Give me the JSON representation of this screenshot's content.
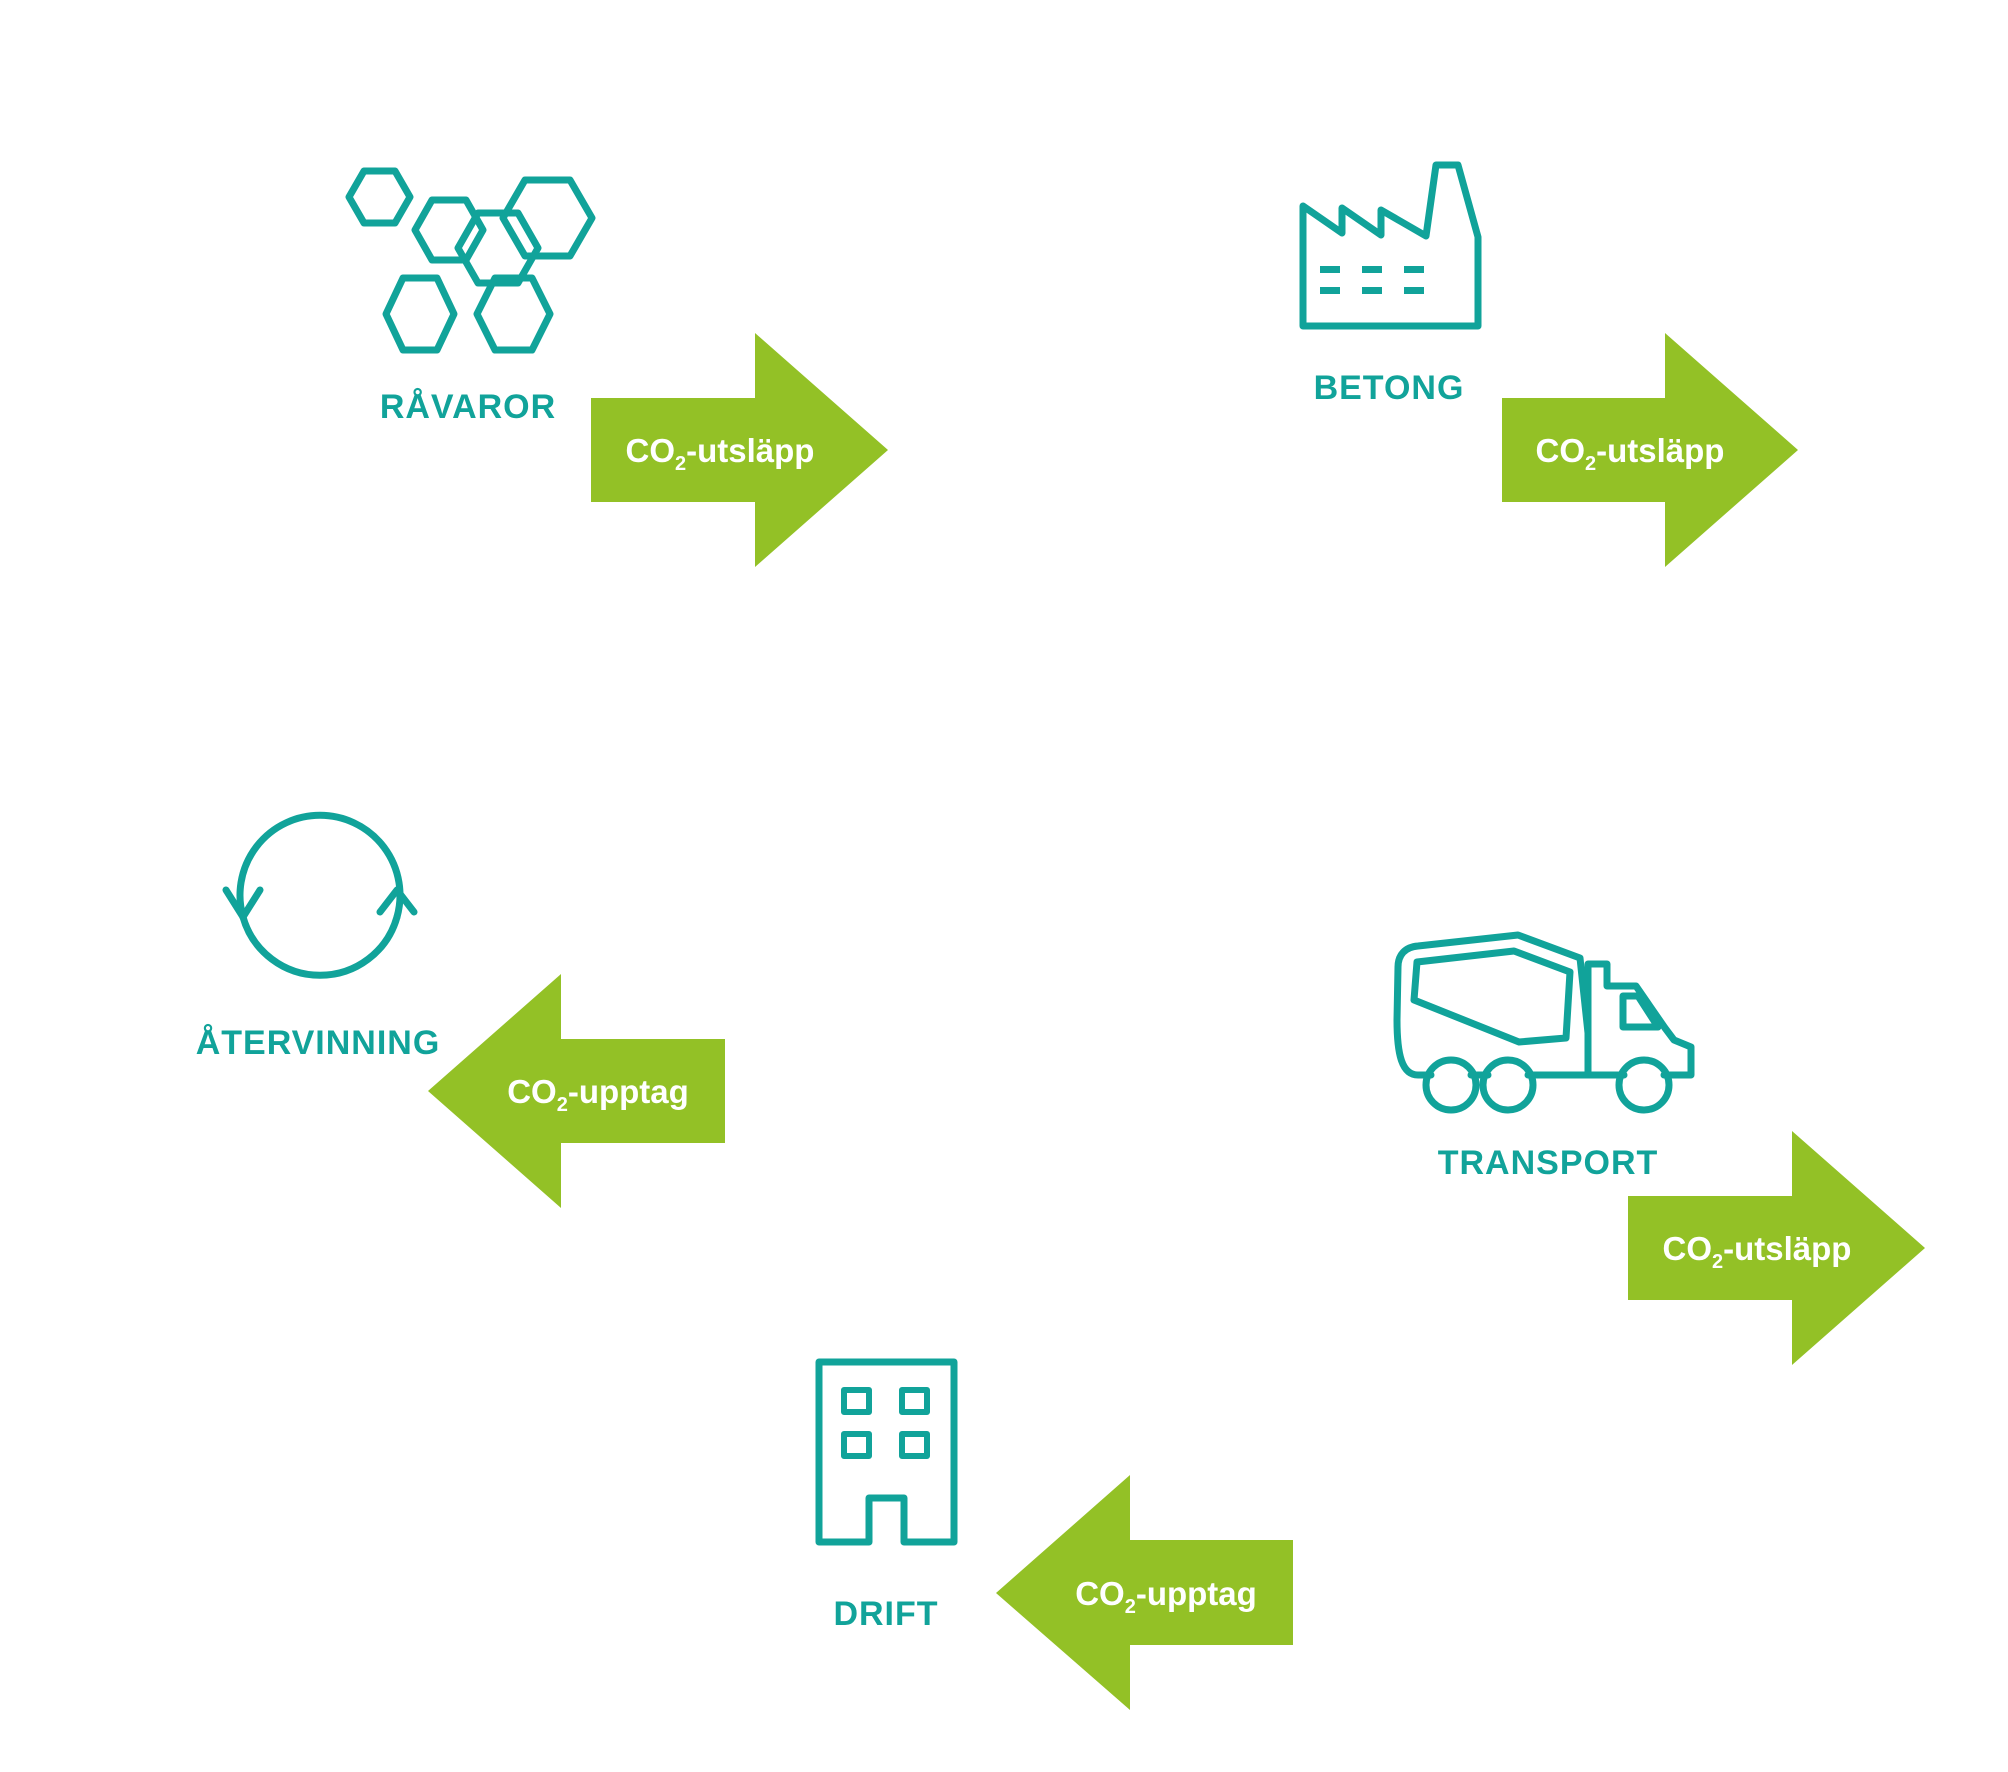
{
  "colors": {
    "teal": "#11A39A",
    "arrow_green": "#93C126",
    "arrow_text": "#ffffff",
    "background": "#ffffff"
  },
  "stages": [
    {
      "id": "ravaror",
      "label": "RÅVAROR",
      "icon": "hexagons-icon"
    },
    {
      "id": "betong",
      "label": "BETONG",
      "icon": "factory-icon"
    },
    {
      "id": "transport",
      "label": "TRANSPORT",
      "icon": "concrete-mixer-truck-icon"
    },
    {
      "id": "drift",
      "label": "DRIFT",
      "icon": "building-icon"
    },
    {
      "id": "atervinning",
      "label": "ÅTERVINNING",
      "icon": "recycle-arrows-icon"
    }
  ],
  "arrows": [
    {
      "id": "ravaror-emission",
      "text_main": "CO",
      "text_sub": "2",
      "text_rest": "-utsläpp",
      "direction": "right"
    },
    {
      "id": "betong-emission",
      "text_main": "CO",
      "text_sub": "2",
      "text_rest": "-utsläpp",
      "direction": "right"
    },
    {
      "id": "transport-emission",
      "text_main": "CO",
      "text_sub": "2",
      "text_rest": "-utsläpp",
      "direction": "right"
    },
    {
      "id": "drift-uptake",
      "text_main": "CO",
      "text_sub": "2",
      "text_rest": "-upptag",
      "direction": "left"
    },
    {
      "id": "atervinning-uptake",
      "text_main": "CO",
      "text_sub": "2",
      "text_rest": "-upptag",
      "direction": "left"
    }
  ]
}
